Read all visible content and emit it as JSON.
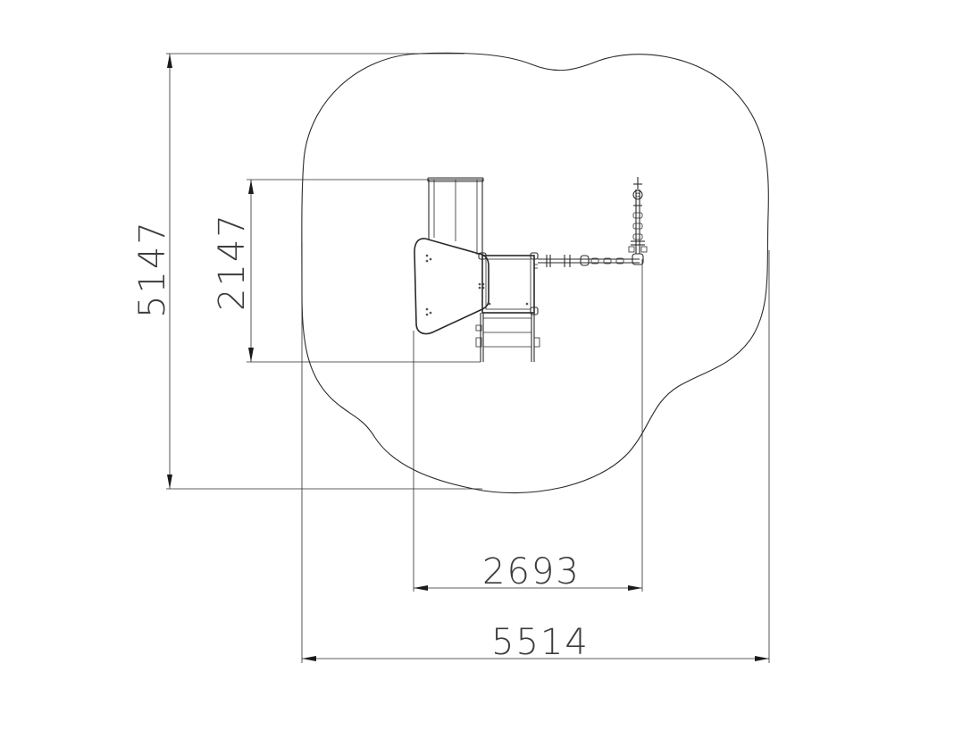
{
  "dimensions": {
    "overall_height": "5147",
    "overall_width": "5514",
    "equipment_height": "2147",
    "equipment_width": "2693"
  },
  "colors": {
    "background": "#ffffff",
    "line": "#2a2a2a",
    "text": "#3c3c3c"
  }
}
